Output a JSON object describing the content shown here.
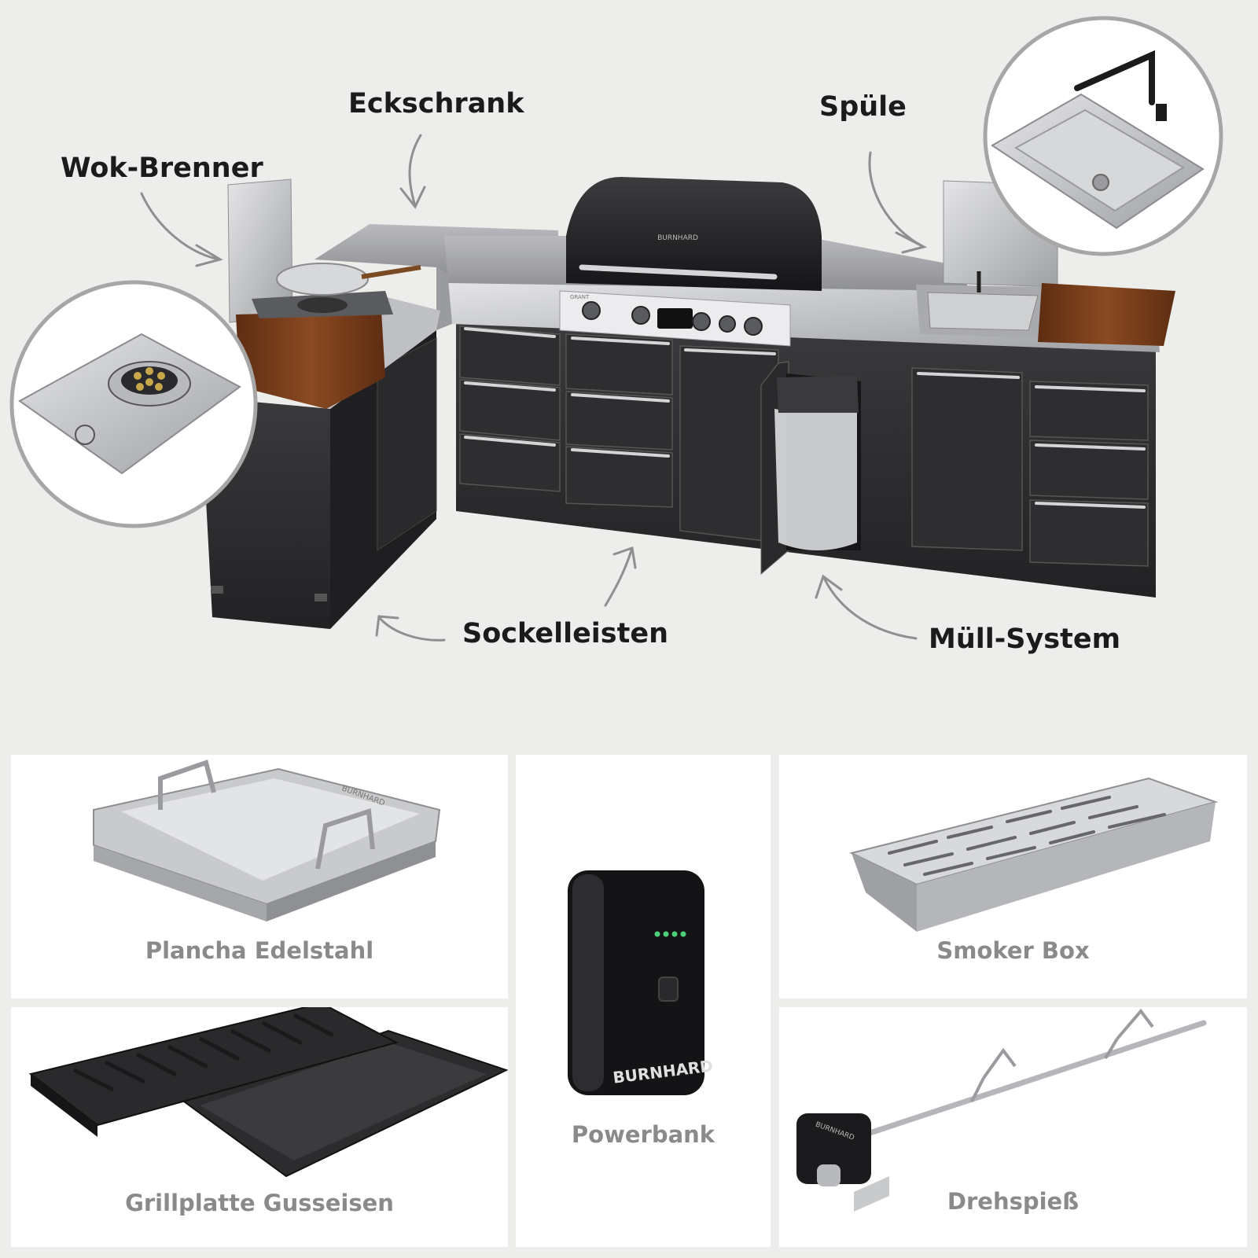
{
  "callouts": {
    "eckschrank": "Eckschrank",
    "spuele": "Spüle",
    "wok_brenner": "Wok-Brenner",
    "sockelleisten": "Sockelleisten",
    "muell_system": "Müll-System"
  },
  "accessories": {
    "plancha": "Plancha Edelstahl",
    "grillplatte": "Grillplatte Gusseisen",
    "powerbank": "Powerbank",
    "smoker_box": "Smoker Box",
    "drehspiess": "Drehspieß"
  },
  "brand": {
    "logo_text": "BURNHARD",
    "grill_model": "GRANT"
  },
  "colors": {
    "background": "#ededec",
    "cabinet": "#2e2e30",
    "steel": "#c9cacc",
    "wood": "#7a3e1c",
    "label": "#1b1b1b",
    "accessory_label": "#8a8a8a",
    "led": "#4cd07a"
  }
}
